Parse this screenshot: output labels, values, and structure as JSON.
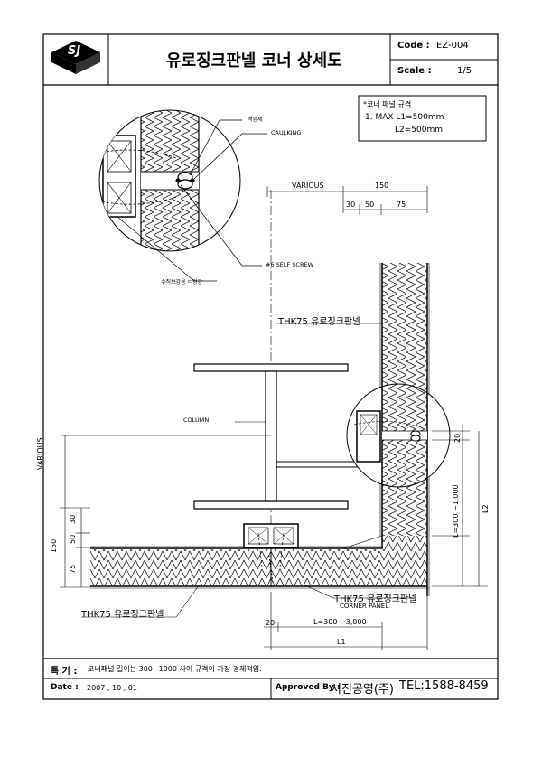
{
  "header": {
    "logo_text": "SJ",
    "title": "유로징크판넬 코너 상세도",
    "code_label": "Code :",
    "code_value": "EZ-004",
    "scale_label": "Scale :",
    "scale_value": "1/5"
  },
  "spec_note": {
    "title": "*코너 패널 규격",
    "line1": "1. MAX L1=500mm",
    "line2": "L2=500mm"
  },
  "labels": {
    "sealant": "백업제",
    "caulking": "CAULKING",
    "self_screw": "#6 SELF SCREW",
    "vertical_bracket": "수직보강용 ㄷ형강",
    "column": "COLUMN",
    "panel_right": "THK75 유로징크판넬",
    "panel_bottom_right": "THK75 유로징크판넬",
    "corner_panel": "CORNER PANEL",
    "panel_bottom_left": "THK75 유로징크판넬"
  },
  "dimensions": {
    "top_various": "VARIOUS",
    "top_150": "150",
    "top_30": "30",
    "top_50": "50",
    "top_75": "75",
    "left_various": "VARIOUS",
    "left_150": "150",
    "left_30": "30",
    "left_50": "50",
    "left_75": "75",
    "right_20": "20",
    "right_l_range": "L=300 ~1,000",
    "right_l2": "L2",
    "bottom_20": "20",
    "bottom_l_range": "L=300 ~3,000",
    "bottom_l1": "L1"
  },
  "remarks": {
    "label": "특 기 :",
    "text": "코너패널 길이는 300~1000 사이 규격이 가장 경제적임."
  },
  "footer": {
    "date_label": "Date :",
    "date_value": "2007 , 10 , 01",
    "approved_label": "Approved By :",
    "company": "서진공영(주)",
    "tel": "TEL:1588-8459"
  }
}
